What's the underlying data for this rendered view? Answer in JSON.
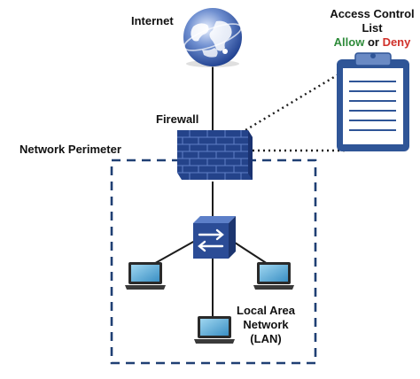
{
  "labels": {
    "internet": "Internet",
    "firewall": "Firewall",
    "perimeter": "Network Perimeter",
    "acl_line1": "Access Control",
    "acl_line2": "List",
    "allow": "Allow",
    "or": "or",
    "deny": "Deny",
    "lan_line1": "Local Area",
    "lan_line2": "Network",
    "lan_line3": "(LAN)"
  },
  "colors": {
    "perimeter_dash": "#1f3f73",
    "firewall": "#2d4f9a",
    "switch": "#2b4c96",
    "clipboard": "#2f5597",
    "allow": "#2e8b3a",
    "deny": "#d0302a",
    "text": "#111111",
    "line": "#1c1c1c"
  },
  "icons": [
    "globe-icon",
    "firewall-brick-icon",
    "switch-icon",
    "laptop-icon",
    "clipboard-icon"
  ]
}
